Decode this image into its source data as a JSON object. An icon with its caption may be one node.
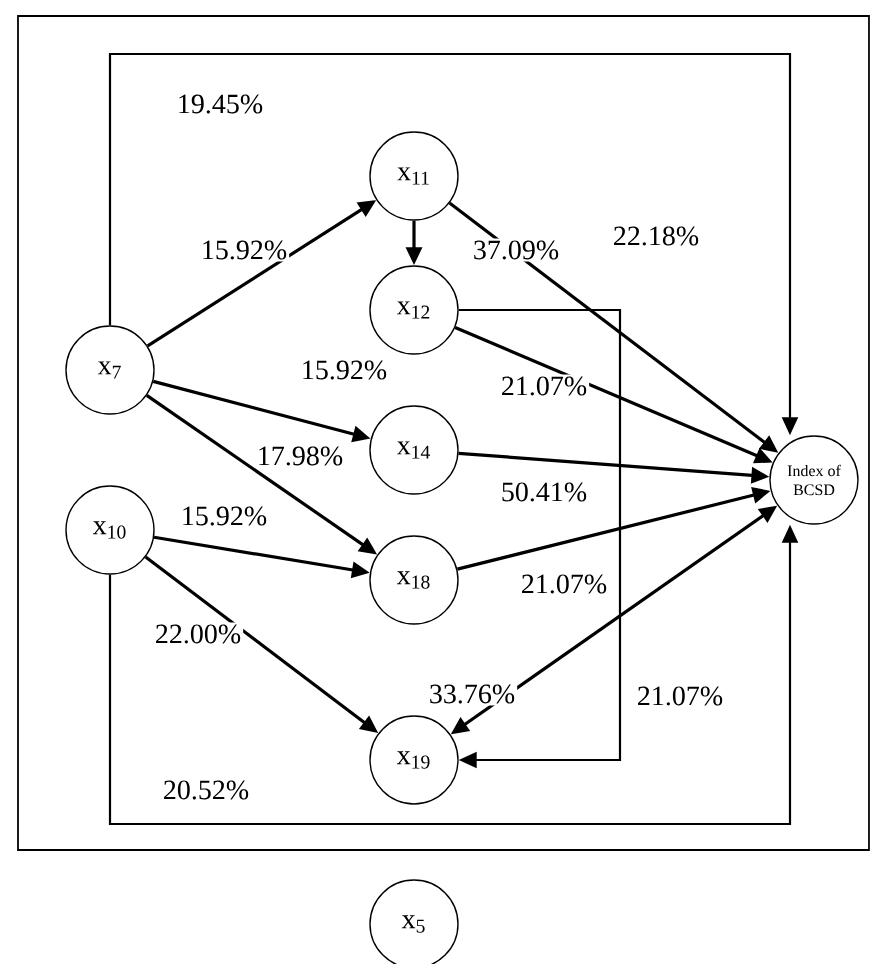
{
  "diagram": {
    "nodes": [
      {
        "text": [
          "x$_{7}$"
        ]
      },
      {
        "text": [
          "x$_{11}$"
        ]
      },
      {
        "text": [
          "x$_{12}$"
        ]
      },
      {
        "text": [
          "x$_{14}$"
        ]
      },
      {
        "text": [
          "x$_{10}$"
        ]
      },
      {
        "text": [
          "x$_{18}$"
        ]
      },
      {
        "text": [
          "x$_{19}$"
        ]
      },
      {
        "text": [
          "Index of BCSD"
        ]
      },
      {
        "text": [
          "x$_{5}$"
        ]
      }
    ],
    "edges": [
      {
        "from": 0,
        "to": 7,
        "arrow": "to",
        "label": "19.45%"
      },
      {
        "from": 0,
        "to": 1,
        "arrow": "to",
        "label": "15.92%"
      },
      {
        "from": 1,
        "to": 2,
        "arrow": "to"
      },
      {
        "from": 1,
        "to": 7,
        "arrow": "to",
        "label": "37.09%"
      },
      {
        "from": 0,
        "to": 3,
        "arrow": "to",
        "label": "15.92%"
      },
      {
        "from": 0,
        "to": 5,
        "arrow": "to",
        "label": "17.98%"
      },
      {
        "from": 2,
        "to": 7,
        "arrow": "to",
        "label": "21.07%"
      },
      {
        "from": 2,
        "to": 6,
        "arrow": "to",
        "label": "21.07%"
      },
      {
        "from": 3,
        "to": 7,
        "arrow": "to",
        "label": "50.41%"
      },
      {
        "from": 4,
        "to": 5,
        "arrow": "to",
        "label": "15.92%"
      },
      {
        "from": 5,
        "to": 7,
        "arrow": "to",
        "label": "21.07%"
      },
      {
        "from": 4,
        "to": 6,
        "arrow": "to",
        "label": "22.00%"
      },
      {
        "from": 6,
        "to": 7,
        "arrow": "both",
        "label": "33.76%"
      },
      {
        "from": 4,
        "to": 7,
        "arrow": "to",
        "label": "20.52%"
      }
    ],
    "labels": [
      "22.18%"
    ]
  }
}
